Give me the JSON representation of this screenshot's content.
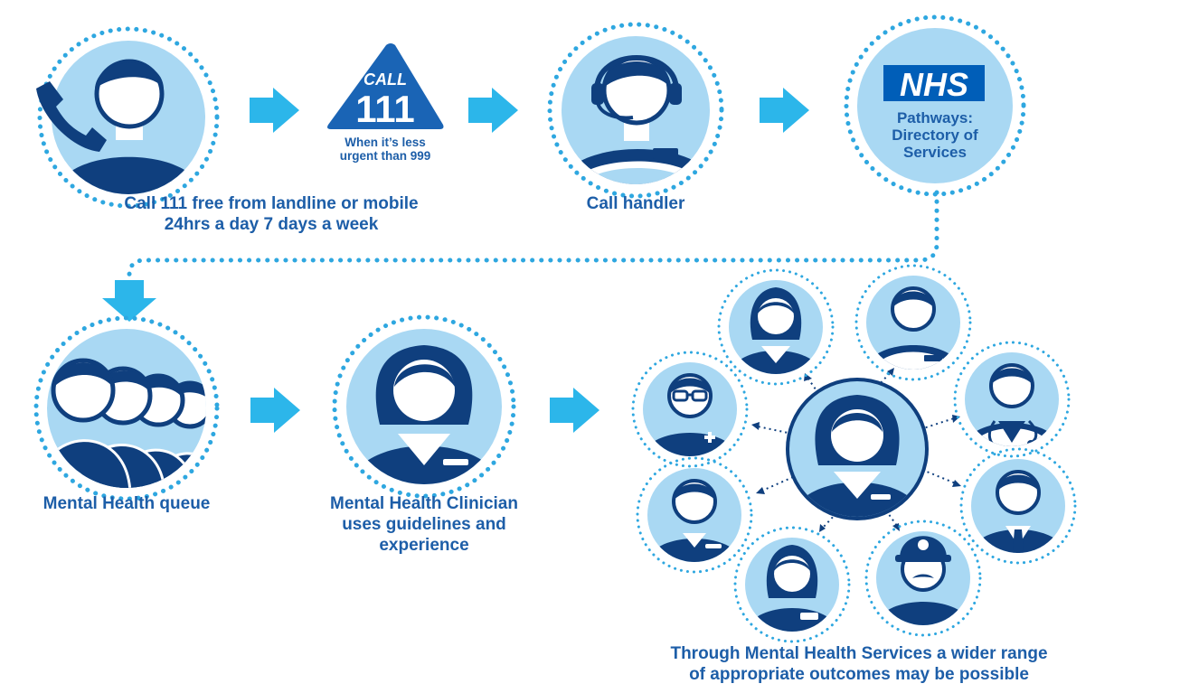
{
  "colors": {
    "light_blue": "#a9d8f3",
    "dark_blue": "#0f3f7e",
    "text_blue": "#1d5ea8",
    "arrow_cyan": "#2cb6ea",
    "dot_blue": "#2ea7e0",
    "nhs_blue": "#005eb8",
    "white": "#ffffff"
  },
  "steps": {
    "caller": {
      "icon": "caller-phone-icon",
      "label_lines": [
        "Call 111 free from landline or mobile",
        "24hrs a day 7 days a week"
      ]
    },
    "call111": {
      "icon": "call-111-triangle-icon",
      "badge_top": "CALL",
      "badge_number": "111",
      "caption_lines": [
        "When it’s less",
        "urgent than 999"
      ]
    },
    "handler": {
      "icon": "call-handler-headset-icon",
      "label": "Call handler"
    },
    "nhs": {
      "icon": "nhs-logo",
      "logo_text": "NHS",
      "text_lines": [
        "Pathways:",
        "Directory of",
        "Services"
      ]
    },
    "queue": {
      "icon": "queue-people-icon",
      "label": "Mental Health queue"
    },
    "clinician": {
      "icon": "clinician-icon",
      "label_lines": [
        "Mental Health Clinician",
        "uses guidelines and",
        "experience"
      ]
    }
  },
  "outcomes": {
    "center_icon": "clinician-hub-icon",
    "icons": [
      "female-professional-icon",
      "male-staff-icon",
      "doctor-stethoscope-icon",
      "businessman-tie-icon",
      "police-officer-icon",
      "female-nurse-icon",
      "male-worker-icon",
      "pharmacist-glasses-icon"
    ],
    "caption_lines": [
      "Through Mental Health Services a wider range",
      "of appropriate outcomes may be possible"
    ]
  }
}
